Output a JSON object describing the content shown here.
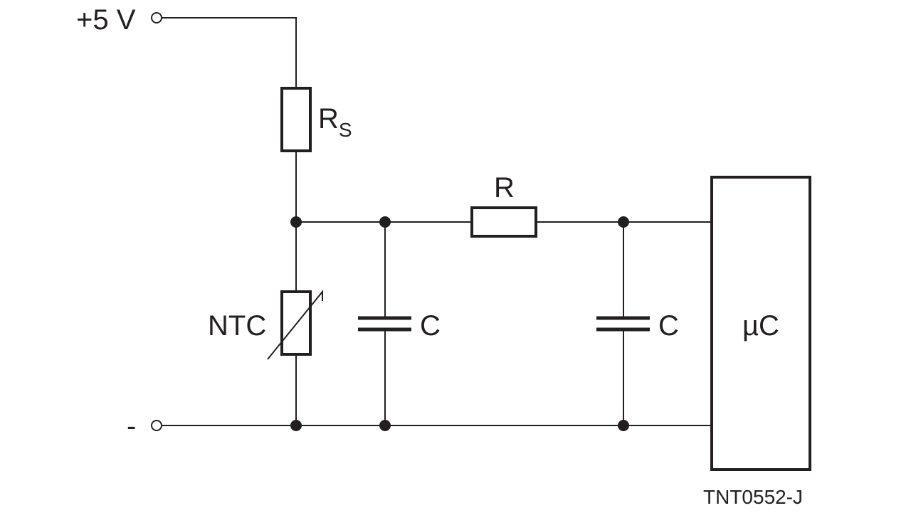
{
  "supply_label": "+5 V",
  "ground_label": "-",
  "sense_resistor": {
    "label": "R",
    "subscript": "S"
  },
  "ntc_label": "NTC",
  "series_resistor_label": "R",
  "capacitor_1_label": "C",
  "capacitor_2_label": "C",
  "microcontroller_label": "µC",
  "figure_code": "TNT0552-J"
}
